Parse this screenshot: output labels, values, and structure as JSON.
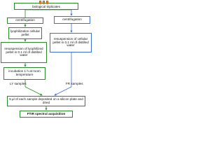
{
  "title": "biological triplicates",
  "tube_color": "#ef8a2a",
  "left_branch": {
    "centrifugation": "centrifugation",
    "lyophilization": "lyophilization cellular pellet",
    "resuspension": "resuspension of lyophilized pellet in 0.1 ml of distilled water",
    "incubation": "incubation 1 h at room temperature",
    "samples_label": "LY samples"
  },
  "right_branch": {
    "centrifugation": "centrifugation",
    "resuspension": "resuspension of cellular pellet in 0.1 ml of distilled water",
    "samples_label": "FR samples"
  },
  "deposit": "5 µl of each sample deposited on a silicon plate and dried",
  "final": "FTIR spectral acquisition",
  "colors": {
    "green": "#2a8a2a",
    "blue": "#3a6fd8"
  }
}
